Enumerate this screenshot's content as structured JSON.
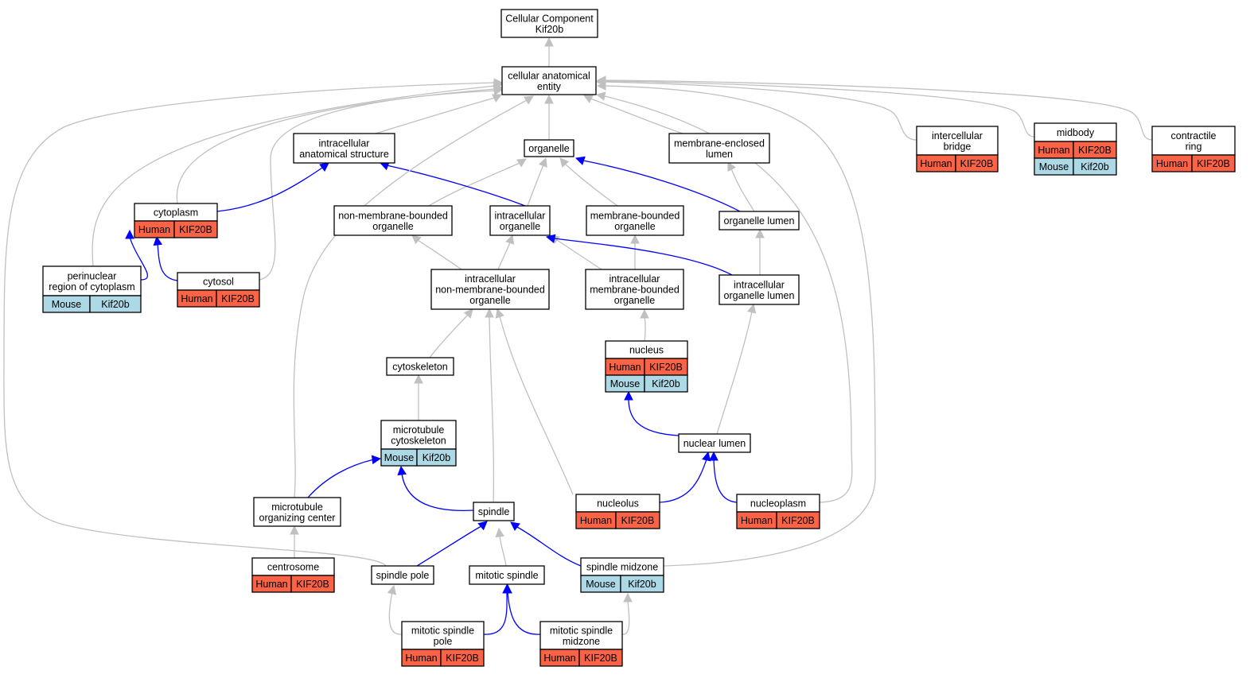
{
  "colors": {
    "human": "#fb6347",
    "mouse": "#add8e6",
    "isa_edge": "#c0c0c0",
    "partof_edge": "#0000ff"
  },
  "nodes": {
    "root": {
      "lines": [
        "Cellular Component",
        "Kif20b"
      ]
    },
    "cae": {
      "lines": [
        "cellular anatomical",
        "entity"
      ]
    },
    "ias": {
      "lines": [
        "intracellular",
        "anatomical structure"
      ]
    },
    "organelle": {
      "lines": [
        "organelle"
      ]
    },
    "mel": {
      "lines": [
        "membrane-enclosed",
        "lumen"
      ]
    },
    "ib": {
      "lines": [
        "intercellular",
        "bridge"
      ],
      "annotations": [
        [
          "Human",
          "KIF20B"
        ]
      ]
    },
    "midbody": {
      "lines": [
        "midbody"
      ],
      "annotations": [
        [
          "Human",
          "KIF20B"
        ],
        [
          "Mouse",
          "Kif20b"
        ]
      ]
    },
    "cr": {
      "lines": [
        "contractile",
        "ring"
      ],
      "annotations": [
        [
          "Human",
          "KIF20B"
        ]
      ]
    },
    "cytoplasm": {
      "lines": [
        "cytoplasm"
      ],
      "annotations": [
        [
          "Human",
          "KIF20B"
        ]
      ]
    },
    "nmbo": {
      "lines": [
        "non-membrane-bounded",
        "organelle"
      ]
    },
    "io": {
      "lines": [
        "intracellular",
        "organelle"
      ]
    },
    "mbo": {
      "lines": [
        "membrane-bounded",
        "organelle"
      ]
    },
    "ol": {
      "lines": [
        "organelle lumen"
      ]
    },
    "prc": {
      "lines": [
        "perinuclear",
        "region of cytoplasm"
      ],
      "annotations": [
        [
          "Mouse",
          "Kif20b"
        ]
      ]
    },
    "cytosol": {
      "lines": [
        "cytosol"
      ],
      "annotations": [
        [
          "Human",
          "KIF20B"
        ]
      ]
    },
    "inmbo": {
      "lines": [
        "intracellular",
        "non-membrane-bounded",
        "organelle"
      ]
    },
    "imbo": {
      "lines": [
        "intracellular",
        "membrane-bounded",
        "organelle"
      ]
    },
    "iol": {
      "lines": [
        "intracellular",
        "organelle lumen"
      ]
    },
    "nucleus": {
      "lines": [
        "nucleus"
      ],
      "annotations": [
        [
          "Human",
          "KIF20B"
        ],
        [
          "Mouse",
          "Kif20b"
        ]
      ]
    },
    "cytoskeleton": {
      "lines": [
        "cytoskeleton"
      ]
    },
    "nl": {
      "lines": [
        "nuclear lumen"
      ]
    },
    "mtc": {
      "lines": [
        "microtubule",
        "cytoskeleton"
      ],
      "annotations": [
        [
          "Mouse",
          "Kif20b"
        ]
      ]
    },
    "mtoc": {
      "lines": [
        "microtubule",
        "organizing center"
      ]
    },
    "spindle": {
      "lines": [
        "spindle"
      ]
    },
    "nucleolus": {
      "lines": [
        "nucleolus"
      ],
      "annotations": [
        [
          "Human",
          "KIF20B"
        ]
      ]
    },
    "nucleoplasm": {
      "lines": [
        "nucleoplasm"
      ],
      "annotations": [
        [
          "Human",
          "KIF20B"
        ]
      ]
    },
    "centrosome": {
      "lines": [
        "centrosome"
      ],
      "annotations": [
        [
          "Human",
          "KIF20B"
        ]
      ]
    },
    "sp": {
      "lines": [
        "spindle pole"
      ]
    },
    "ms": {
      "lines": [
        "mitotic spindle"
      ]
    },
    "smz": {
      "lines": [
        "spindle midzone"
      ],
      "annotations": [
        [
          "Mouse",
          "Kif20b"
        ]
      ]
    },
    "msp": {
      "lines": [
        "mitotic spindle",
        "pole"
      ],
      "annotations": [
        [
          "Human",
          "KIF20B"
        ]
      ]
    },
    "msm": {
      "lines": [
        "mitotic spindle",
        "midzone"
      ],
      "annotations": [
        [
          "Human",
          "KIF20B"
        ]
      ]
    }
  }
}
